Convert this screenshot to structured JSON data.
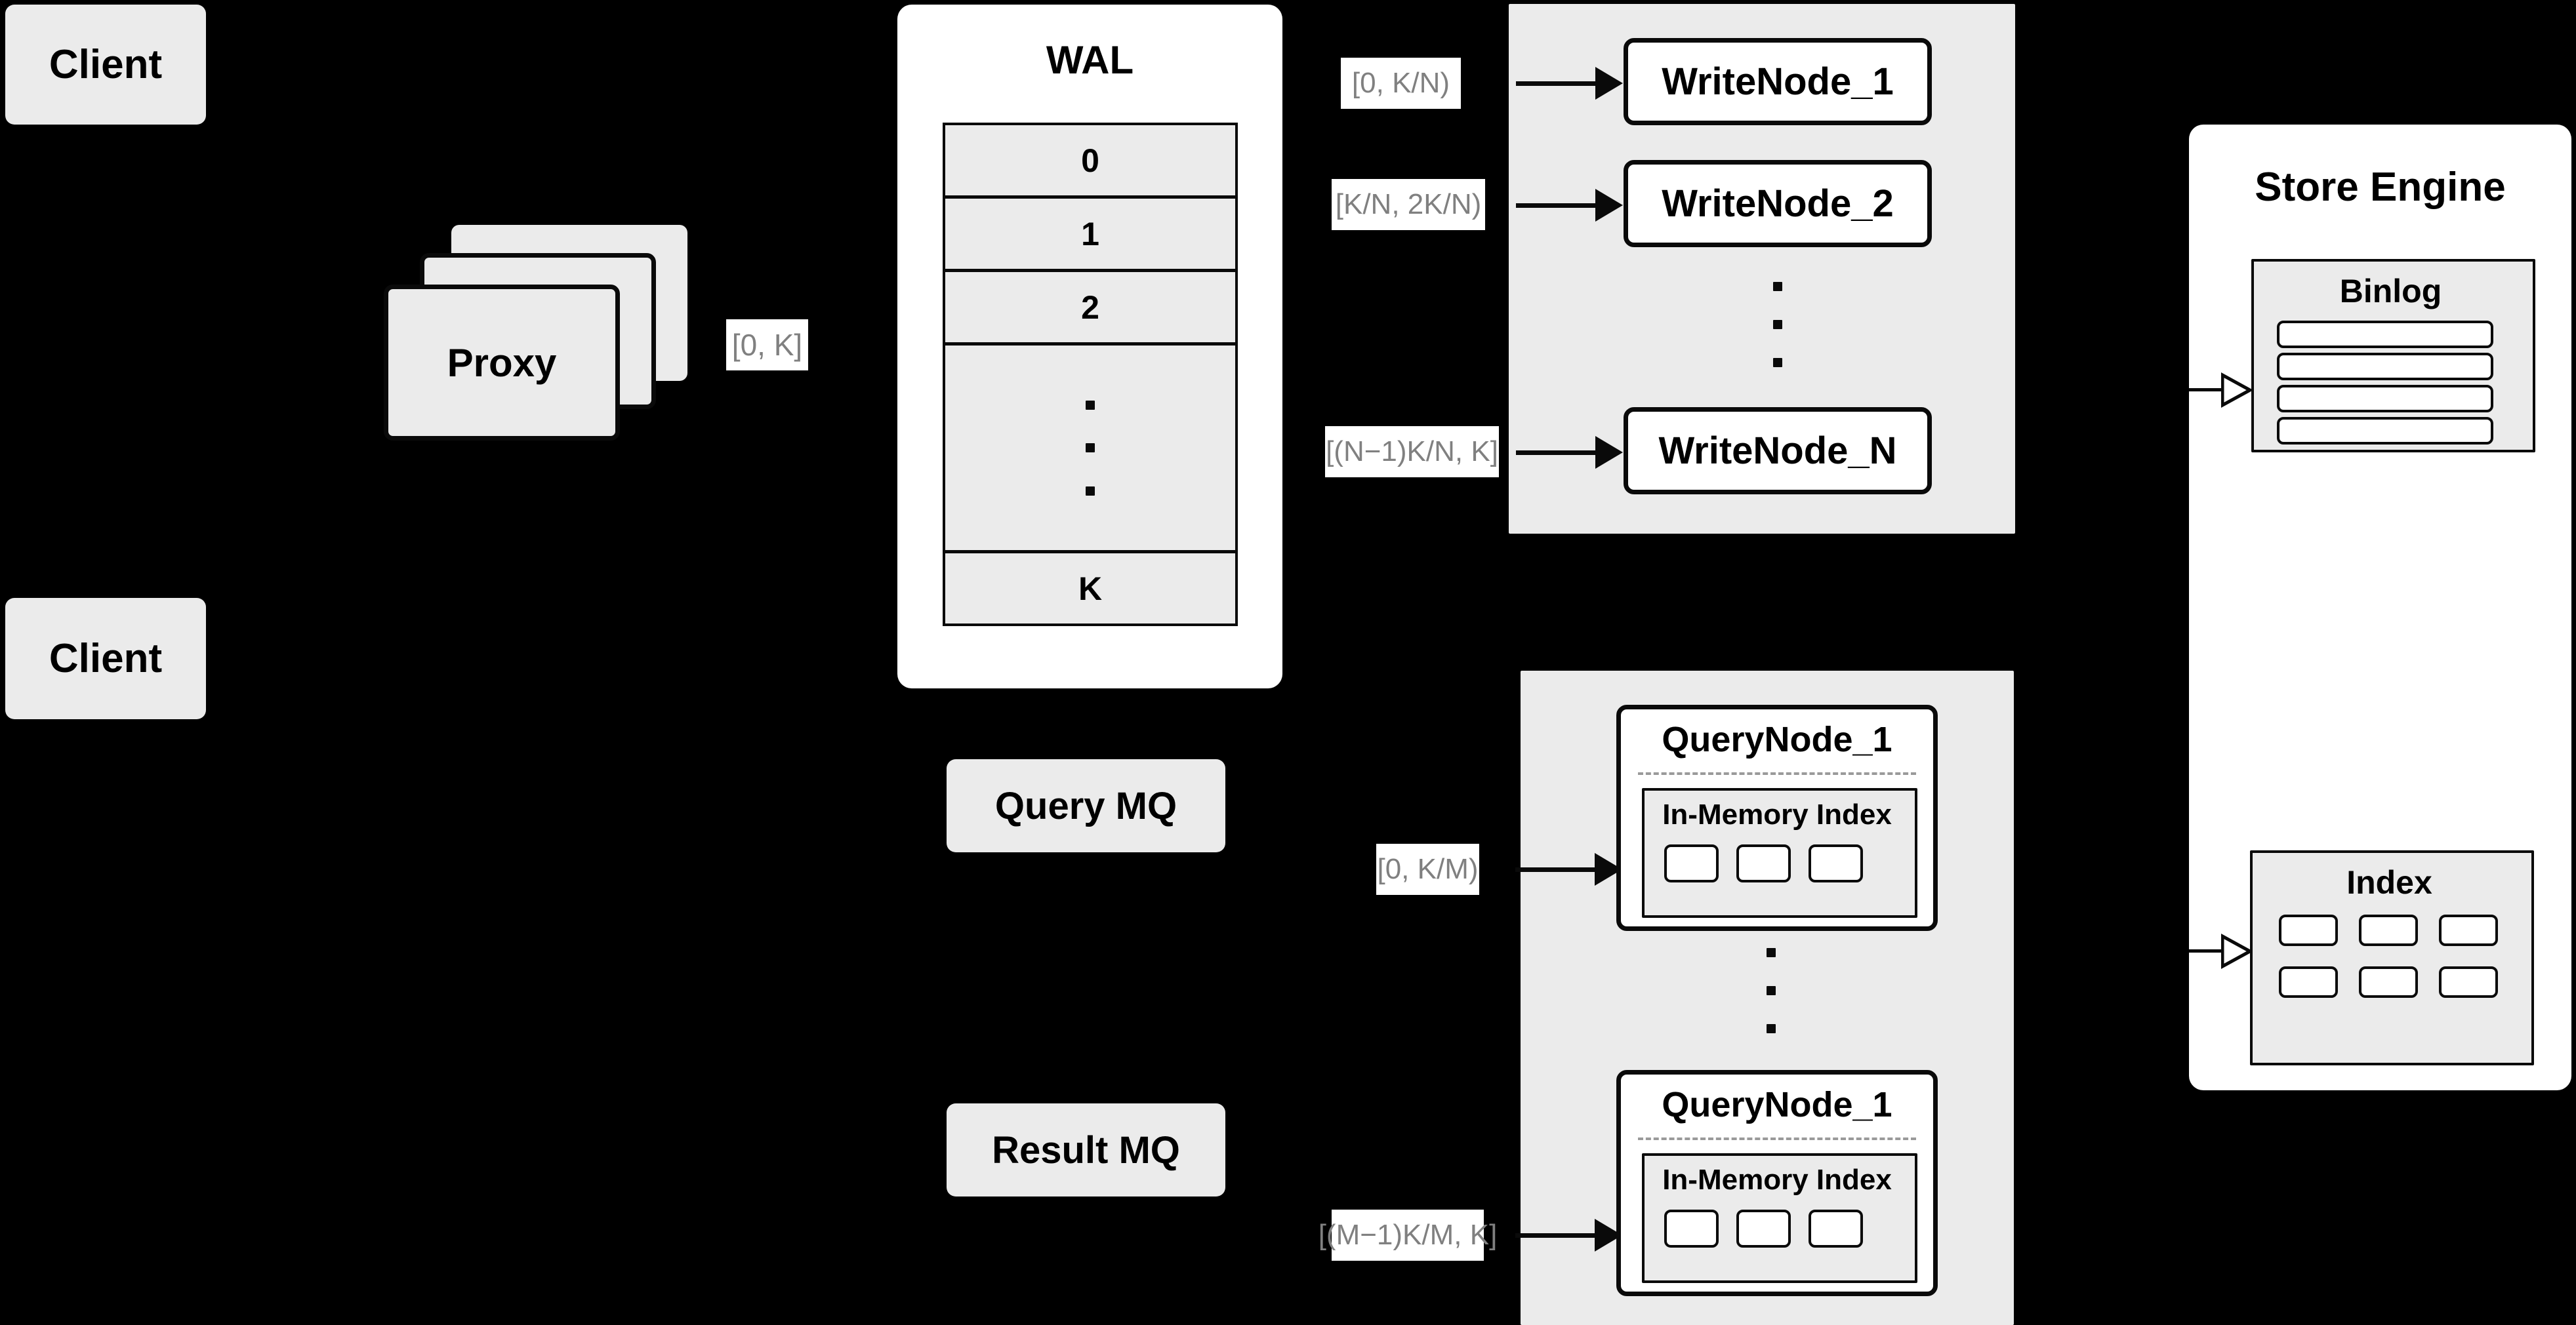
{
  "diagram": {
    "title": "Distributed Write/Query Architecture",
    "colors": {
      "background": "#000000",
      "node_fill": "#ebebeb",
      "panel_fill": "#ffffff",
      "group_fill": "#ebebeb",
      "stroke": "#0a0a0a",
      "label_text": "#808080",
      "label_chip": "#ffffff",
      "dashed_separator": "#9a9a9a"
    }
  },
  "clients": [
    {
      "label": "Client"
    },
    {
      "label": "Client"
    }
  ],
  "proxy": {
    "label": "Proxy",
    "stack_count": 3
  },
  "wal": {
    "title": "WAL",
    "rows": [
      "0",
      "1",
      "2",
      "",
      "K"
    ],
    "ellipsis_row_index": 3,
    "ellipsis_dots": 3
  },
  "edge_labels": {
    "proxy_to_wal": "[0, K]",
    "writenode_1": "[0,  K/N)",
    "writenode_2": "[K/N, 2K/N)",
    "writenode_n": "[(N−1)K/N,  K]",
    "querynode_1": "[0, K/M)",
    "querynode_m": "[(M−1)K/M, K]"
  },
  "write_group": {
    "nodes": [
      {
        "label": "WriteNode_1"
      },
      {
        "label": "WriteNode_2"
      },
      {
        "label": "WriteNode_N"
      }
    ],
    "ellipsis_dots": 3
  },
  "message_queues": [
    {
      "label": "Query MQ"
    },
    {
      "label": "Result MQ"
    }
  ],
  "query_group": {
    "nodes": [
      {
        "label": "QueryNode_1",
        "index_title": "In-Memory Index",
        "index_cells": 3
      },
      {
        "label": "QueryNode_1",
        "index_title": "In-Memory Index",
        "index_cells": 3
      }
    ],
    "ellipsis_dots": 3
  },
  "store_engine": {
    "title": "Store Engine",
    "binlog": {
      "title": "Binlog",
      "rows": [
        "",
        "",
        "",
        ""
      ]
    },
    "index": {
      "title": "Index",
      "cells": [
        "",
        "",
        "",
        "",
        "",
        ""
      ],
      "columns": 3,
      "rows": 2
    }
  },
  "icons": {
    "arrow_solid": "arrow-right-solid-icon",
    "arrow_open": "arrow-right-open-icon",
    "ellipsis": "vertical-ellipsis-icon"
  }
}
